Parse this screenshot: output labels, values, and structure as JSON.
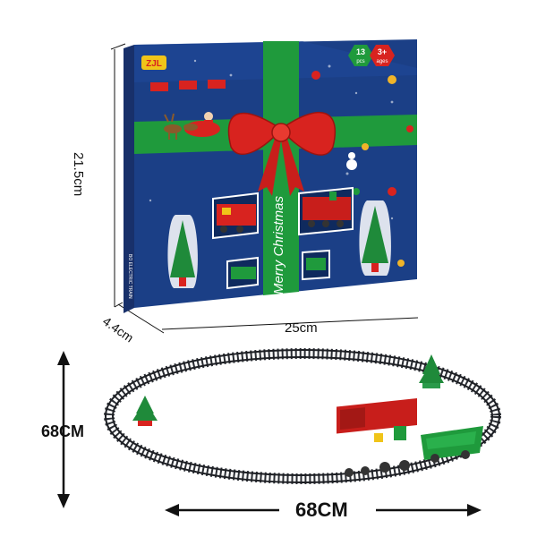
{
  "product": {
    "brand_logo": "ZJL",
    "pieces_count": "13",
    "pieces_unit": "pcs",
    "age": "3+",
    "age_unit": "ages",
    "greeting": "Merry Christmas",
    "spine_text": "BO ELECTRIC TRAIN"
  },
  "dimensions": {
    "box_height": "21.5cm",
    "box_width": "25cm",
    "box_depth": "4.4cm",
    "track_height": "68CM",
    "track_width": "68CM"
  },
  "colors": {
    "box_blue": "#1b3f86",
    "ribbon_green": "#1f9a3c",
    "bow_red": "#d8231f",
    "track_dark": "#2a2d33",
    "tree_green": "#1f8a3a"
  }
}
